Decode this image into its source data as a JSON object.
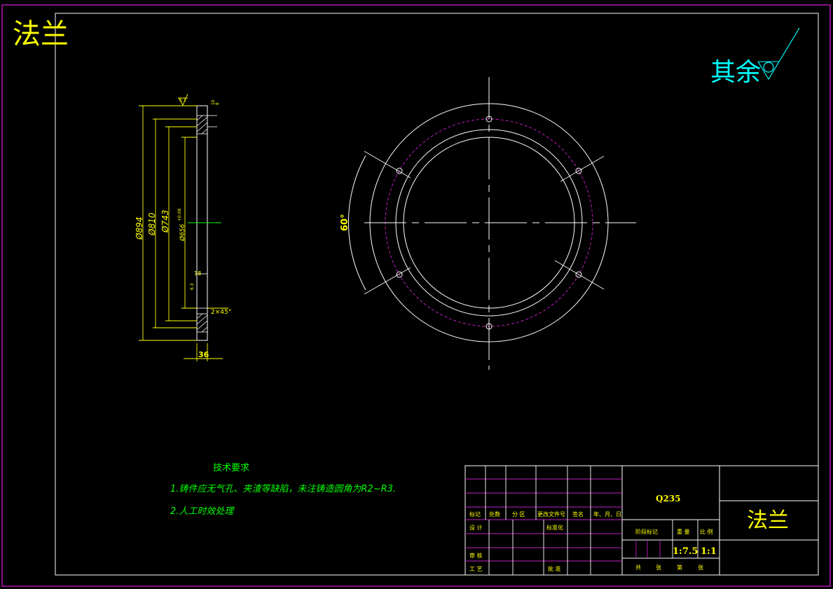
{
  "drawing": {
    "corner_title": "法兰",
    "roughness_note": "其余",
    "angle_label": "60°",
    "dimensions": {
      "d894": "Ø894",
      "d810": "Ø810",
      "d743": "Ø743",
      "d656": "Ø656",
      "d656_tol": "+0.08",
      "thickness": "36",
      "depth": "18",
      "chamfer": "2×45°",
      "ra_top": "6.3",
      "ra_side": "6.3",
      "small_dim": "10",
      "top_h": "8"
    },
    "tech": {
      "heading": "技术要求",
      "line1": "1.铸件应无气孔、夹渣等缺陷，未注铸造圆角为R2~R3.",
      "line2": "2.人工时效处理"
    }
  },
  "title_block": {
    "material": "Q235",
    "part_name": "法兰",
    "headers": [
      "标记",
      "处数",
      "分 区",
      "更改文件号",
      "签名",
      "年、月、日"
    ],
    "design": "设 计",
    "standardize": "标准化",
    "stage_mark": "阶段标记",
    "weight": "重 量",
    "scale": "比 例",
    "weight_value": "1:7.5",
    "scale_value": "1:1",
    "check": "审 核",
    "process": "工 艺",
    "approve": "批 准",
    "total": "共",
    "sheets": "张",
    "no": "第",
    "sheet2": "张"
  }
}
